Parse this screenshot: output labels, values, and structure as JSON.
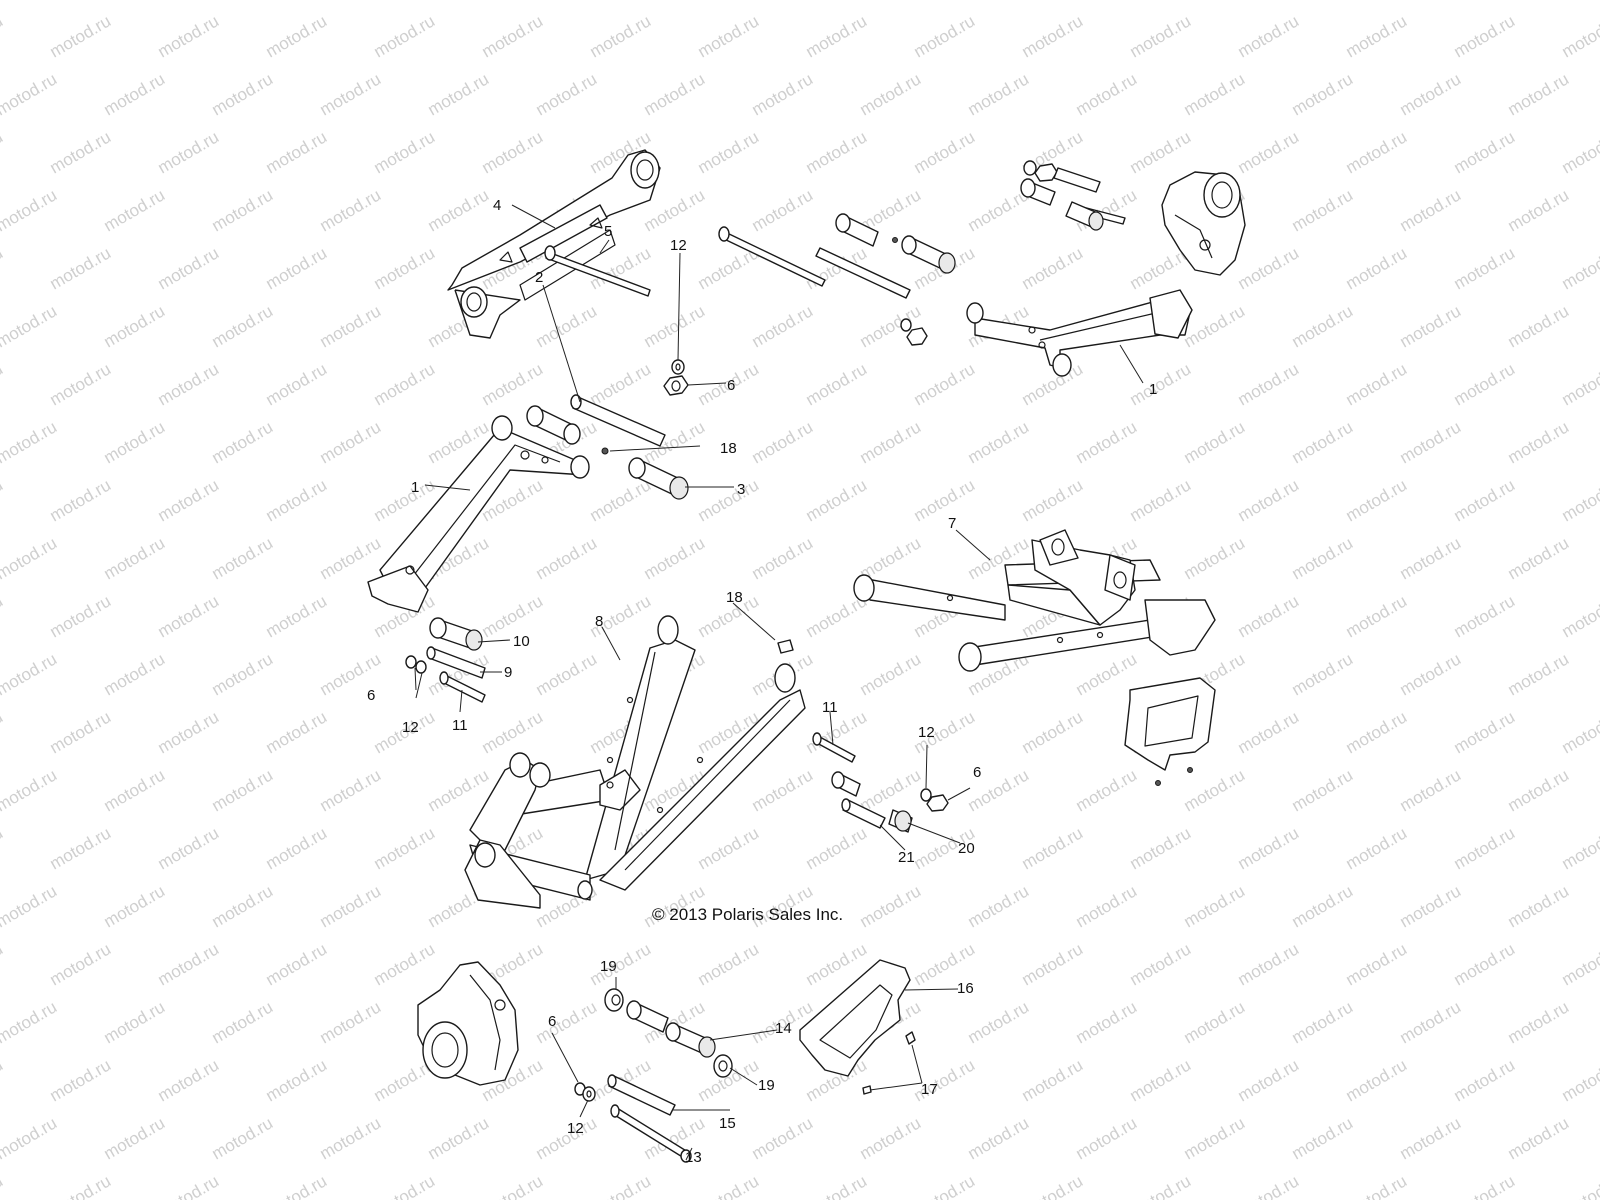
{
  "watermark": {
    "text": "motod.ru",
    "color": "#cfcfcf"
  },
  "copyright": "© 2013 Polaris Sales Inc.",
  "callouts": [
    {
      "id": "c1a",
      "label": "1"
    },
    {
      "id": "c1b",
      "label": "1"
    },
    {
      "id": "c2",
      "label": "2"
    },
    {
      "id": "c3",
      "label": "3"
    },
    {
      "id": "c4",
      "label": "4"
    },
    {
      "id": "c5",
      "label": "5"
    },
    {
      "id": "c6a",
      "label": "6"
    },
    {
      "id": "c6b",
      "label": "6"
    },
    {
      "id": "c6c",
      "label": "6"
    },
    {
      "id": "c6d",
      "label": "6"
    },
    {
      "id": "c7",
      "label": "7"
    },
    {
      "id": "c8",
      "label": "8"
    },
    {
      "id": "c9",
      "label": "9"
    },
    {
      "id": "c10",
      "label": "10"
    },
    {
      "id": "c11a",
      "label": "11"
    },
    {
      "id": "c11b",
      "label": "11"
    },
    {
      "id": "c12a",
      "label": "12"
    },
    {
      "id": "c12b",
      "label": "12"
    },
    {
      "id": "c12c",
      "label": "12"
    },
    {
      "id": "c12d",
      "label": "12"
    },
    {
      "id": "c13",
      "label": "13"
    },
    {
      "id": "c14",
      "label": "14"
    },
    {
      "id": "c15",
      "label": "15"
    },
    {
      "id": "c16",
      "label": "16"
    },
    {
      "id": "c17",
      "label": "17"
    },
    {
      "id": "c18a",
      "label": "18"
    },
    {
      "id": "c18b",
      "label": "18"
    },
    {
      "id": "c19a",
      "label": "19"
    },
    {
      "id": "c19b",
      "label": "19"
    },
    {
      "id": "c20",
      "label": "20"
    },
    {
      "id": "c21",
      "label": "21"
    }
  ]
}
